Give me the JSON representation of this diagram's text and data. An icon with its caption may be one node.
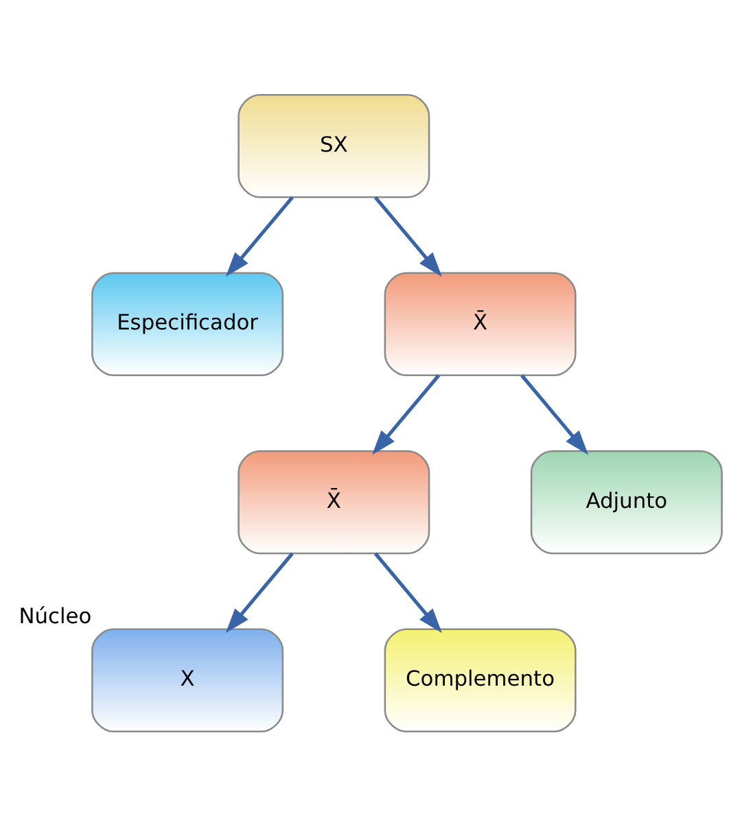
{
  "diagram": {
    "nodes": [
      {
        "text": [
          "SX"
        ]
      },
      {
        "text": [
          "Especificador"
        ]
      },
      {
        "text": [
          "X̄"
        ]
      },
      {
        "text": [
          "X̄"
        ]
      },
      {
        "text": [
          "Adjunto"
        ]
      },
      {
        "text": [
          "X"
        ],
        "beside": [
          "Núcleo"
        ]
      },
      {
        "text": [
          "Complemento"
        ]
      }
    ],
    "edges": [
      {
        "from": 0,
        "to": 1,
        "arrow": "to"
      },
      {
        "from": 0,
        "to": 2,
        "arrow": "to"
      },
      {
        "from": 2,
        "to": 3,
        "arrow": "to"
      },
      {
        "from": 2,
        "to": 4,
        "arrow": "to"
      },
      {
        "from": 3,
        "to": 5,
        "arrow": "to"
      },
      {
        "from": 3,
        "to": 6,
        "arrow": "to"
      }
    ]
  }
}
